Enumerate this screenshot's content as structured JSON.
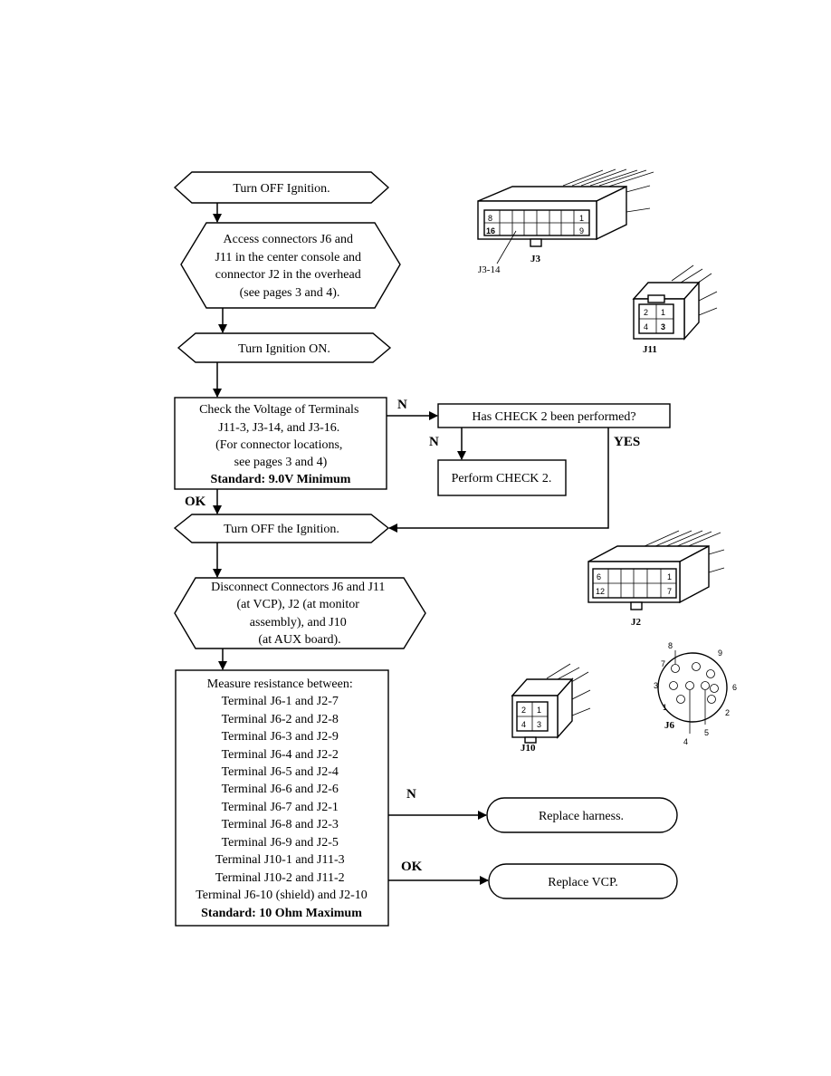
{
  "flowchart": {
    "turn_off_1": "Turn OFF Ignition.",
    "access": [
      "Access connectors J6 and",
      "J11 in the center console and",
      "connector J2 in the overhead",
      "(see pages 3 and 4)."
    ],
    "turn_on": "Turn Ignition ON.",
    "check_voltage": {
      "lines": [
        "Check the Voltage of Terminals",
        "J11-3,  J3-14,  and J3-16.",
        "(For connector locations,",
        "see pages 3 and 4)"
      ],
      "standard": "Standard: 9.0V Minimum"
    },
    "has_check2": "Has CHECK 2 been performed?",
    "perform_check2": "Perform CHECK 2.",
    "turn_off_2": "Turn OFF the Ignition.",
    "disconnect": [
      "Disconnect Connectors J6 and J11",
      "(at VCP), J2 (at monitor",
      "assembly), and J10",
      "(at  AUX board)."
    ],
    "measure": {
      "lines": [
        "Measure resistance between:",
        "Terminal J6-1 and J2-7",
        "Terminal J6-2 and J2-8",
        "Terminal J6-3 and J2-9",
        "Terminal J6-4 and J2-2",
        "Terminal J6-5 and J2-4",
        "Terminal J6-6 and J2-6",
        "Terminal J6-7 and J2-1",
        "Terminal J6-8 and J2-3",
        "Terminal J6-9 and J2-5",
        "Terminal J10-1 and J11-3",
        "Terminal J10-2 and J11-2",
        "Terminal J6-10 (shield)  and J2-10"
      ],
      "standard": "Standard: 10 Ohm Maximum"
    },
    "replace_harness": "Replace harness.",
    "replace_vcp": "Replace VCP.",
    "labels": {
      "n_voltage": "N",
      "n_check2": "N",
      "yes_check2": "YES",
      "ok_voltage": "OK",
      "n_measure": "N",
      "ok_measure": "OK"
    }
  },
  "connectors": {
    "j3": {
      "name": "J3",
      "pins": [
        "8",
        "1",
        "16",
        "9"
      ],
      "callout": "J3-14"
    },
    "j11": {
      "name": "J11",
      "pins": [
        "2",
        "1",
        "4",
        "3"
      ]
    },
    "j2": {
      "name": "J2",
      "pins": [
        "6",
        "1",
        "12",
        "7"
      ]
    },
    "j10": {
      "name": "J10",
      "pins": [
        "2",
        "1",
        "4",
        "3"
      ]
    },
    "j6": {
      "name": "J6",
      "pins": [
        "8",
        "9",
        "7",
        "3",
        "6",
        "1",
        "2",
        "4",
        "5"
      ]
    }
  }
}
